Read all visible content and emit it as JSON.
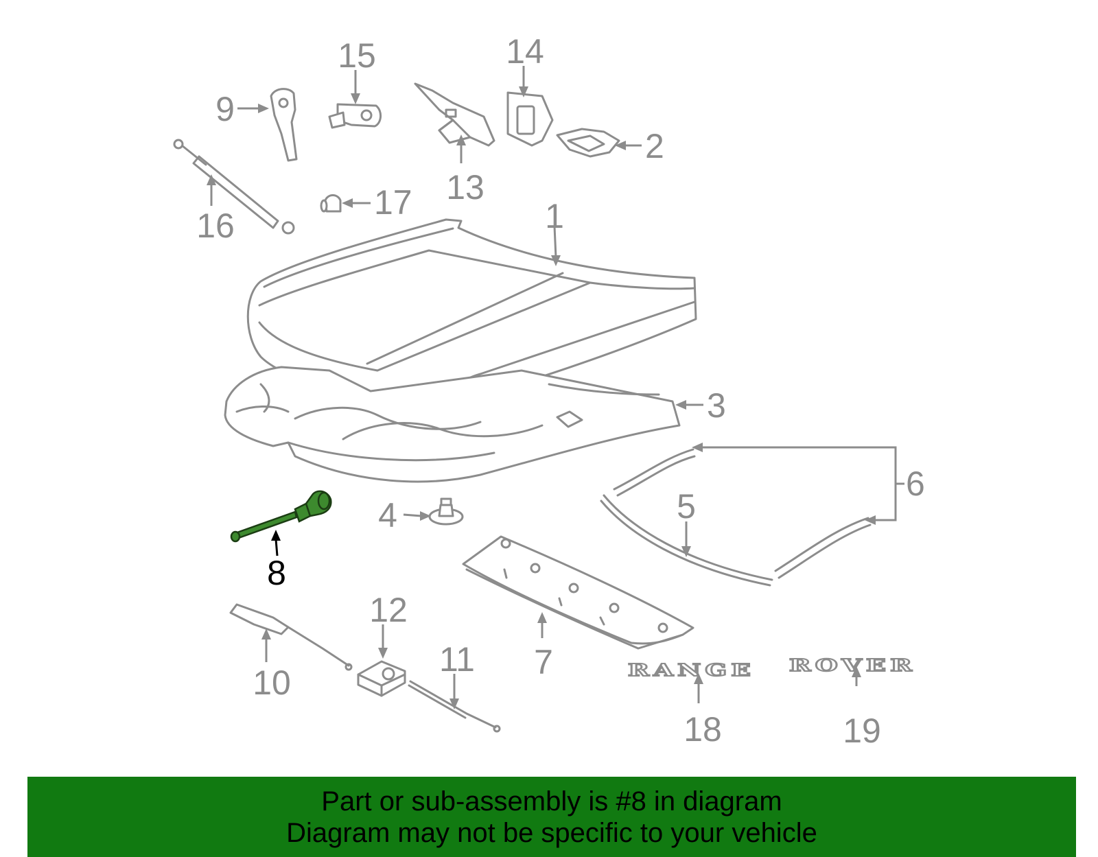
{
  "diagram": {
    "callouts": [
      {
        "id": "1",
        "label": "1"
      },
      {
        "id": "2",
        "label": "2"
      },
      {
        "id": "3",
        "label": "3"
      },
      {
        "id": "4",
        "label": "4"
      },
      {
        "id": "5",
        "label": "5"
      },
      {
        "id": "6",
        "label": "6"
      },
      {
        "id": "7",
        "label": "7"
      },
      {
        "id": "8",
        "label": "8",
        "highlighted": true
      },
      {
        "id": "9",
        "label": "9"
      },
      {
        "id": "10",
        "label": "10"
      },
      {
        "id": "11",
        "label": "11"
      },
      {
        "id": "12",
        "label": "12"
      },
      {
        "id": "13",
        "label": "13"
      },
      {
        "id": "14",
        "label": "14"
      },
      {
        "id": "15",
        "label": "15"
      },
      {
        "id": "16",
        "label": "16"
      },
      {
        "id": "17",
        "label": "17"
      },
      {
        "id": "18",
        "label": "18"
      },
      {
        "id": "19",
        "label": "19"
      }
    ],
    "emblems": {
      "range": "RANGE",
      "rover": "ROVER"
    },
    "colors": {
      "parts_outline": "#8c8c8c",
      "highlight_part": "#3d8a2e",
      "highlight_label": "#000000"
    }
  },
  "footer": {
    "line1": "Part or sub-assembly is #8 in diagram",
    "line2": "Diagram may not be specific to your vehicle",
    "background": "#117a11"
  }
}
